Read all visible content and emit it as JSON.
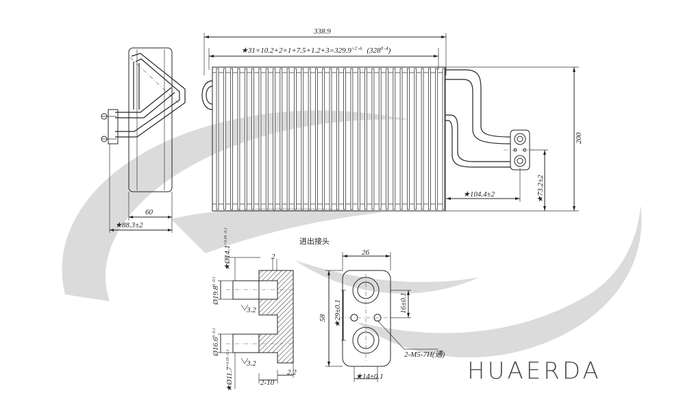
{
  "drawing": {
    "dim_width_total": "338.9",
    "dim_fin_formula": "★31×10.2+2×1+7.5+1.2+3=329.9",
    "dim_fin_formula_tol": "+2 -6",
    "dim_fin_alt": "(328",
    "dim_fin_alt_tol": "0 -4",
    "dim_fin_alt_close": ")",
    "dim_height": "200",
    "dim_port_offset": "★104.4±2",
    "dim_port_height": "★73.2±2",
    "dim_depth_core": "60",
    "dim_depth_total": "★88.3±2"
  },
  "detail": {
    "title": "进出接头",
    "dim_top_step": "2",
    "dim_od_top": "★Ø14.1",
    "dim_od_top_tol": "+0.05 -0.1",
    "dim_bore_top": "Ø19.8",
    "dim_bore_top_tol": "0 -0.1",
    "dim_bore_bottom": "Ø16.6",
    "dim_bore_bottom_tol": "0 -0.1",
    "dim_od_bottom": "★Ø11.7",
    "dim_od_bottom_tol": "+0.05 -0.1",
    "dim_depth_bottom": "2-10",
    "dim_lip": "2.2",
    "roughness_1": "3.2",
    "roughness_2": "3.2",
    "block_width": "26",
    "block_height": "58",
    "dim_center": "★29±0.1",
    "dim_offset": "16±0.1",
    "dim_bottom": "★14±0.1",
    "thread_callout": "2-M5-7H(通)"
  },
  "brand": {
    "name": "HUAERDA"
  }
}
